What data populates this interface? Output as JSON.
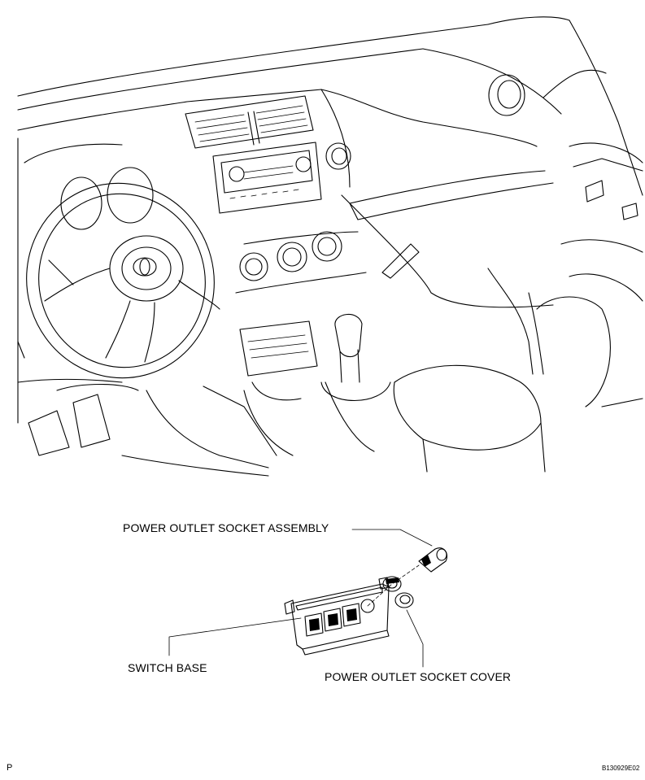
{
  "labels": {
    "socket_assembly": "POWER OUTLET SOCKET ASSEMBLY",
    "switch_base": "SWITCH BASE",
    "socket_cover": "POWER OUTLET SOCKET COVER"
  },
  "corner_left": "P",
  "figure_code": "B130929E02"
}
